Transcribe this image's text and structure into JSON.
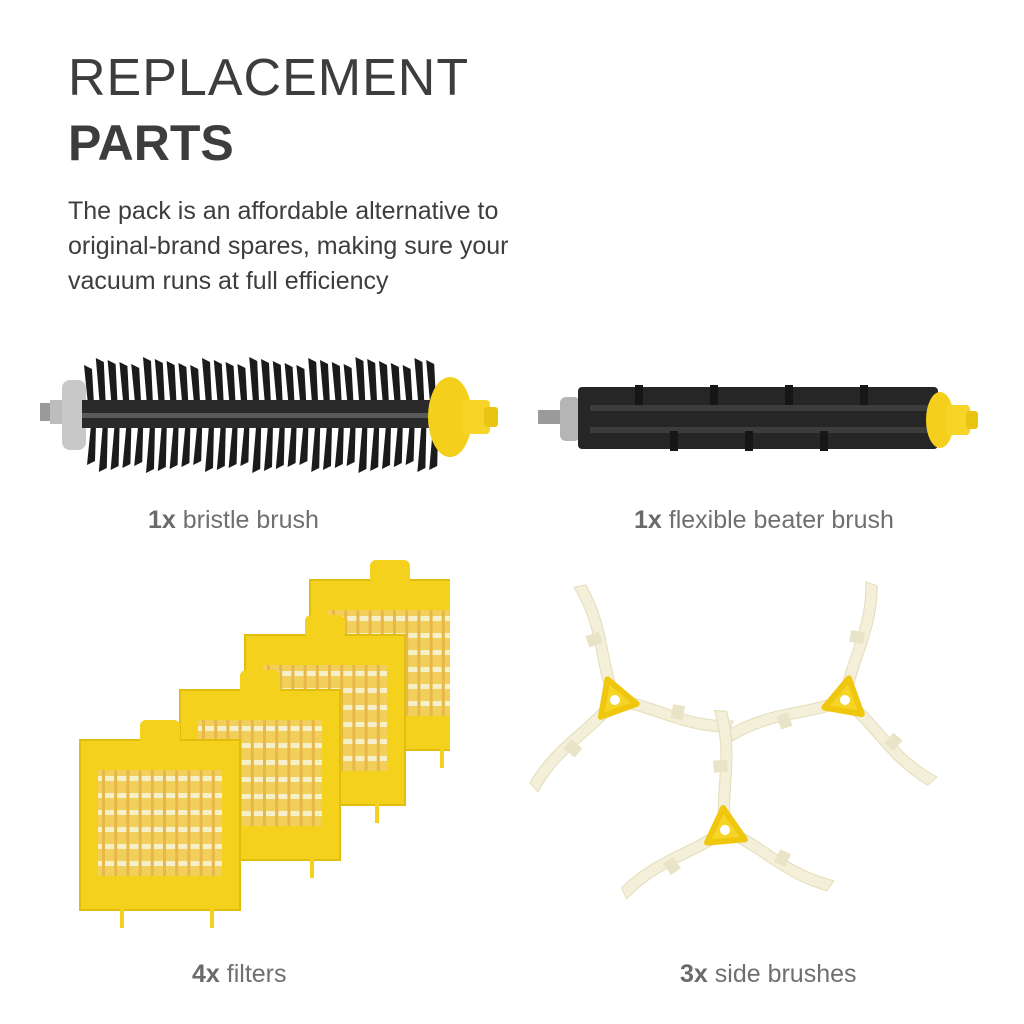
{
  "heading": {
    "line1": "REPLACEMENT",
    "line2": "PARTS"
  },
  "description": "The pack is an affordable alternative to original-brand spares, making sure your vacuum runs at full efficiency",
  "products": [
    {
      "qty": "1x",
      "name": "bristle brush",
      "icon": "bristle-brush-image"
    },
    {
      "qty": "1x",
      "name": "flexible beater brush",
      "icon": "beater-brush-image"
    },
    {
      "qty": "4x",
      "name": "filters",
      "icon": "filter-image"
    },
    {
      "qty": "3x",
      "name": "side brushes",
      "icon": "side-brush-image"
    }
  ],
  "colors": {
    "text": "#3d3d3d",
    "caption": "#6f6f6f",
    "yellow": "#f6d528",
    "bristle": "#1b1b1b"
  }
}
